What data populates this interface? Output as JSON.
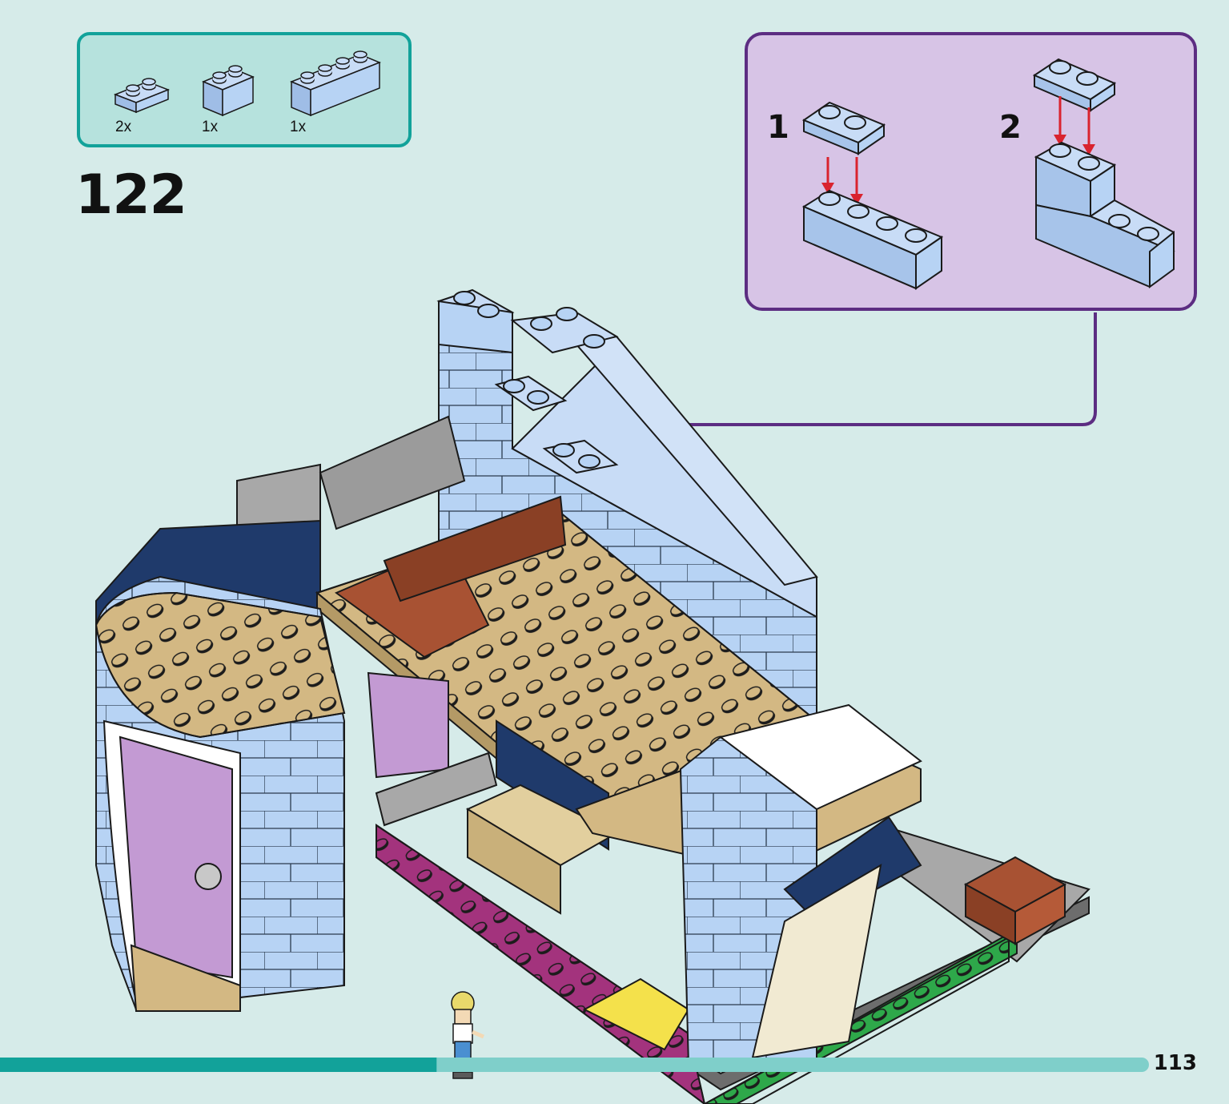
{
  "step": {
    "number": "122"
  },
  "parts": [
    {
      "qty": "2x",
      "name": "light-blue-plate-1x2"
    },
    {
      "qty": "1x",
      "name": "light-blue-brick-1x2"
    },
    {
      "qty": "1x",
      "name": "light-blue-brick-1x4"
    }
  ],
  "sub_assembly": {
    "steps": [
      {
        "label": "1"
      },
      {
        "label": "2"
      }
    ]
  },
  "progress": {
    "fraction": 0.38
  },
  "page": {
    "number": "113"
  },
  "colors": {
    "parts_border": "#12a29a",
    "parts_bg": "#b6e2dd",
    "sub_border": "#5c2d82",
    "sub_bg": "#d7c4e6",
    "progress_filled": "#12a29a",
    "progress_track": "#7fcfca",
    "brick_light_blue": "#b7d3f4",
    "arrow_red": "#d9232e"
  },
  "icons": [
    "placement-arrow-icon",
    "red-down-arrow-icon",
    "minifigure-icon"
  ]
}
